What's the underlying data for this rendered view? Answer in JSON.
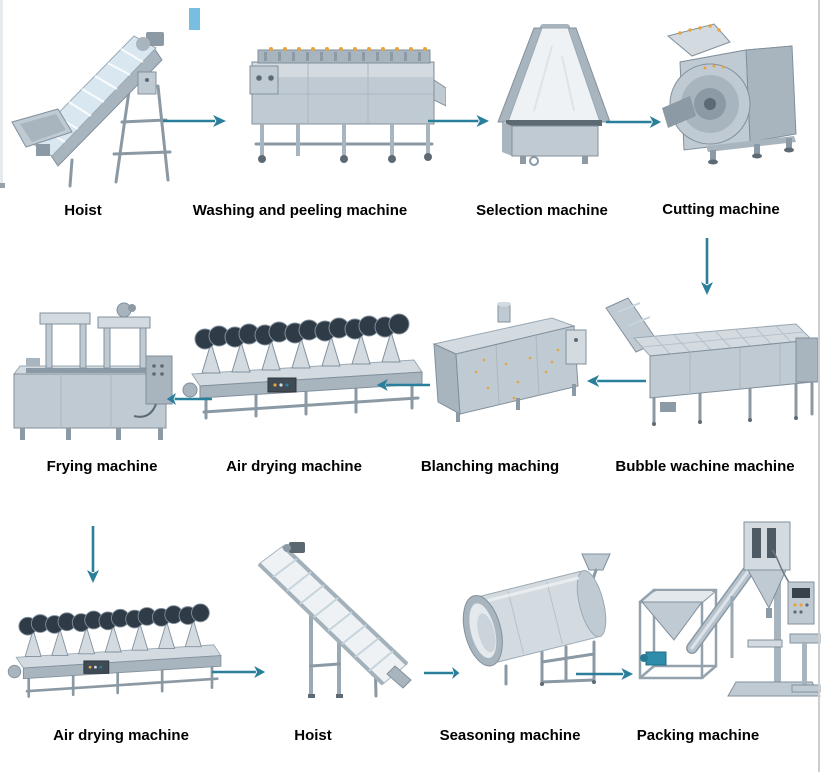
{
  "page": {
    "background": "#ffffff",
    "right_border_color": "#cdcdcd"
  },
  "flow": {
    "arrow_color": "#2a7f9b",
    "label_color": "#000000",
    "rows": [
      {
        "direction": "right",
        "machines": [
          {
            "id": "hoist",
            "label": "Hoist"
          },
          {
            "id": "washing-peeling",
            "label": "Washing and peeling machine"
          },
          {
            "id": "selection",
            "label": "Selection machine"
          },
          {
            "id": "cutting",
            "label": "Cutting machine"
          }
        ]
      },
      {
        "direction": "left",
        "machines": [
          {
            "id": "frying",
            "label": "Frying machine"
          },
          {
            "id": "air-drying",
            "label": "Air drying machine"
          },
          {
            "id": "blanching",
            "label": "Blanching maching"
          },
          {
            "id": "bubble-washing",
            "label": "Bubble wachine machine"
          }
        ]
      },
      {
        "direction": "right",
        "machines": [
          {
            "id": "air-drying-2",
            "label": "Air drying machine"
          },
          {
            "id": "hoist-2",
            "label": "Hoist"
          },
          {
            "id": "seasoning",
            "label": "Seasoning machine"
          },
          {
            "id": "packing",
            "label": "Packing machine"
          }
        ]
      }
    ]
  }
}
